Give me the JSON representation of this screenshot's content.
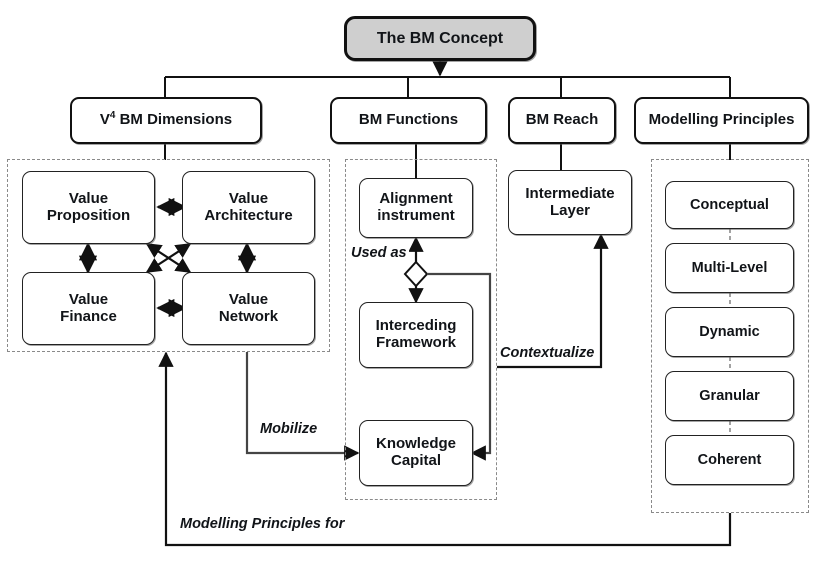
{
  "diagram": {
    "title": "The BM Concept",
    "root": {
      "label": "The BM Concept"
    },
    "branches": [
      {
        "id": "dimensions",
        "label_prefix": "V",
        "label_sup": "4",
        "label_suffix": " BM Dimensions",
        "label": "V4 BM Dimensions"
      },
      {
        "id": "functions",
        "label": "BM Functions"
      },
      {
        "id": "reach",
        "label": "BM Reach"
      },
      {
        "id": "principles",
        "label": "Modelling Principles"
      }
    ],
    "dimensions": {
      "items": [
        {
          "id": "value-proposition",
          "line1": "Value",
          "line2": "Proposition"
        },
        {
          "id": "value-architecture",
          "line1": "Value",
          "line2": "Architecture"
        },
        {
          "id": "value-finance",
          "line1": "Value",
          "line2": "Finance"
        },
        {
          "id": "value-network",
          "line1": "Value",
          "line2": "Network"
        }
      ]
    },
    "functions": {
      "items": [
        {
          "id": "alignment-instrument",
          "line1": "Alignment",
          "line2": "instrument"
        },
        {
          "id": "interceding-framework",
          "line1": "Interceding",
          "line2": "Framework"
        },
        {
          "id": "knowledge-capital",
          "line1": "Knowledge",
          "line2": "Capital"
        }
      ]
    },
    "reach": {
      "items": [
        {
          "id": "intermediate-layer",
          "line1": "Intermediate",
          "line2": "Layer"
        }
      ]
    },
    "principles": {
      "items": [
        {
          "id": "conceptual",
          "label": "Conceptual"
        },
        {
          "id": "multi-level",
          "label": "Multi-Level"
        },
        {
          "id": "dynamic",
          "label": "Dynamic"
        },
        {
          "id": "granular",
          "label": "Granular"
        },
        {
          "id": "coherent",
          "label": "Coherent"
        }
      ]
    },
    "edge_labels": {
      "used_as": "Used as",
      "mobilize": "Mobilize",
      "contextualize": "Contextualize",
      "modelling_principles_for": "Modelling Principles for"
    },
    "colors": {
      "root_fill": "#cfcfcf",
      "node_fill": "#ffffff",
      "stroke": "#111111",
      "group_stroke": "#8a8a8a",
      "text": "#111418"
    }
  }
}
